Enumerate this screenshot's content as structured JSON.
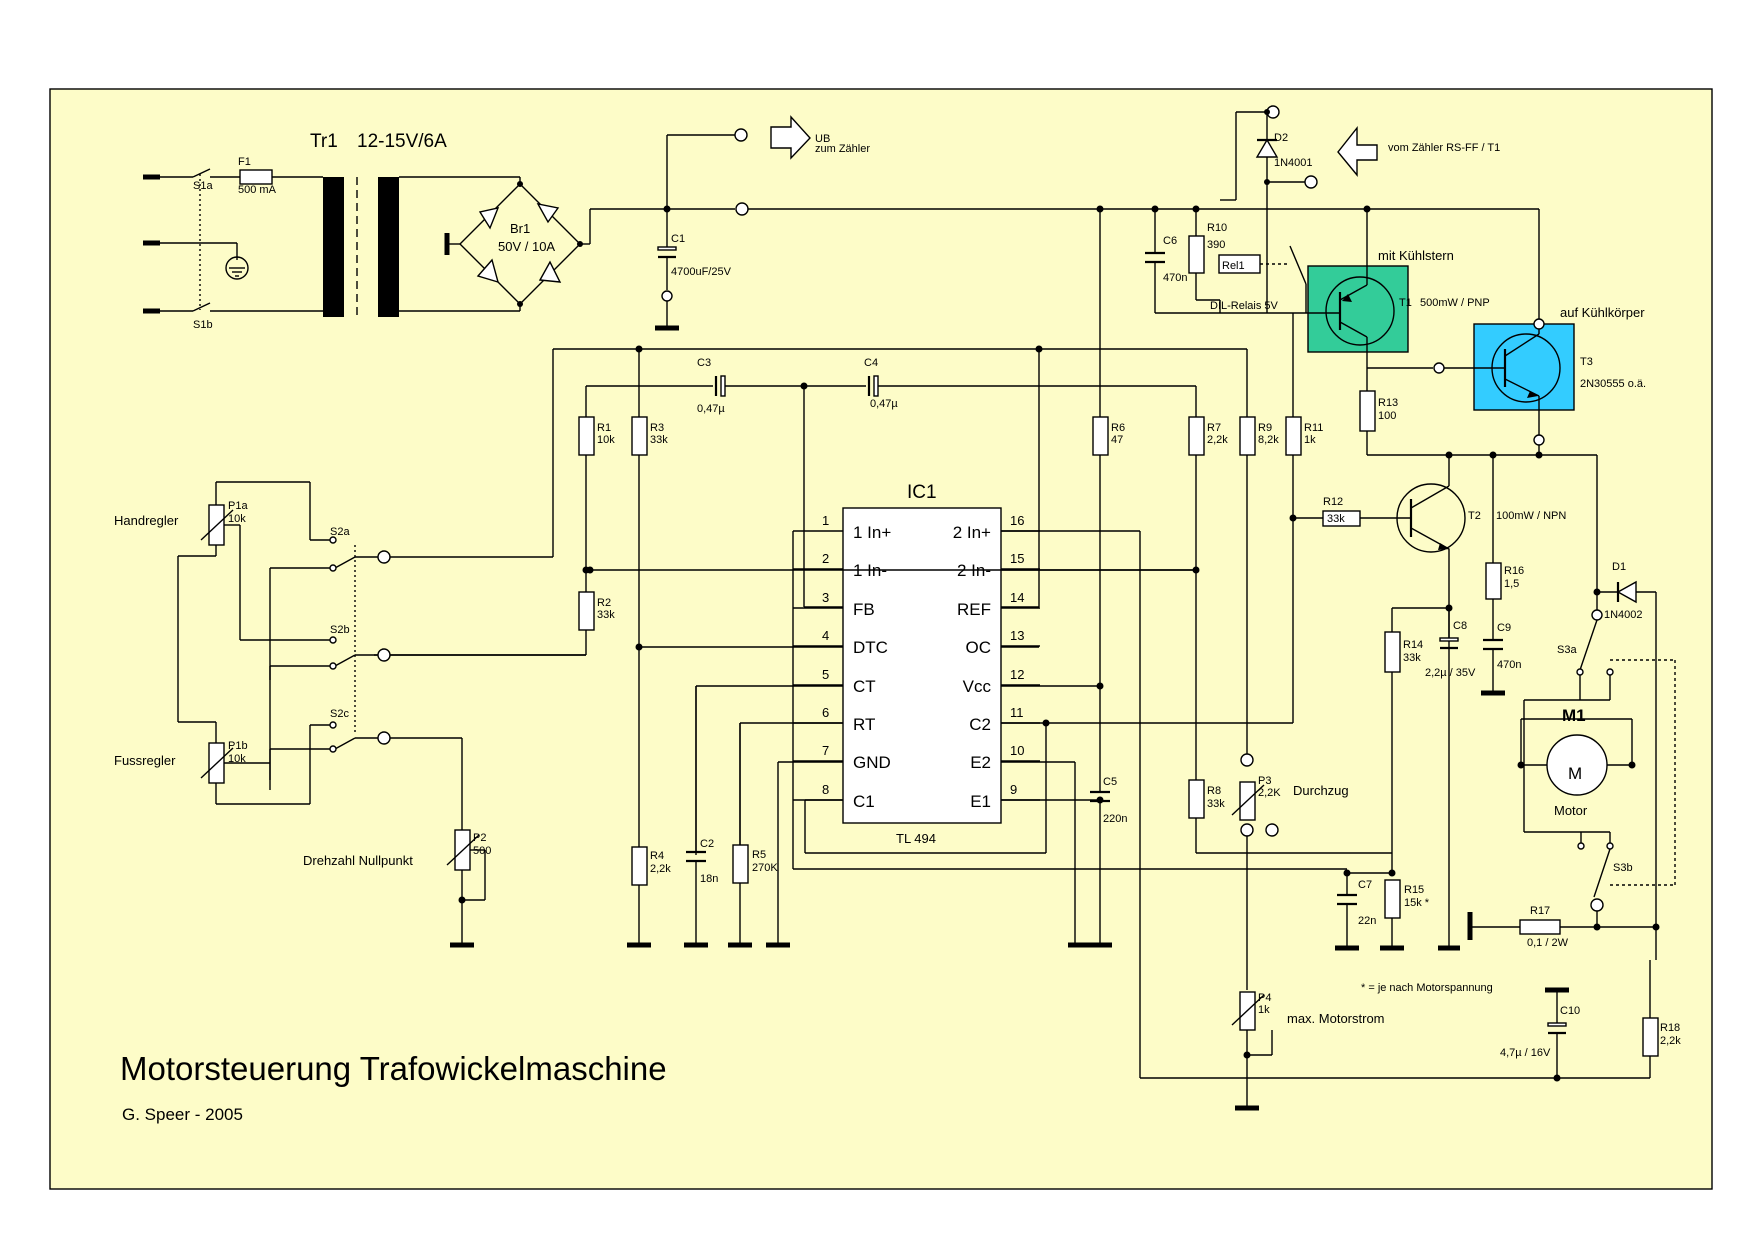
{
  "colors": {
    "background": "#fdfcc8",
    "cooler_star": "#33cc99",
    "heatsink": "#33ccff"
  },
  "title": "Motorsteuerung Trafowickelmaschine",
  "author": "G. Speer - 2005",
  "transformer": {
    "ref": "Tr1",
    "rating": "12-15V/6A"
  },
  "fuse": {
    "ref": "F1",
    "value": "500 mA"
  },
  "switches": {
    "s1a": "S1a",
    "s1b": "S1b",
    "s2a": "S2a",
    "s2b": "S2b",
    "s2c": "S2c",
    "s3a": "S3a",
    "s3b": "S3b"
  },
  "rectifier": {
    "ref": "Br1",
    "value": "50V / 10A"
  },
  "caps": {
    "c1": {
      "ref": "C1",
      "value": "4700uF/25V"
    },
    "c2": {
      "ref": "C2",
      "value": "18n"
    },
    "c3": {
      "ref": "C3",
      "value": "0,47µ"
    },
    "c4": {
      "ref": "C4",
      "value": "0,47µ"
    },
    "c5": {
      "ref": "C5",
      "value": "220n"
    },
    "c6": {
      "ref": "C6",
      "value": "470n"
    },
    "c7": {
      "ref": "C7",
      "value": "22n"
    },
    "c8": {
      "ref": "C8",
      "value": "2,2µ / 35V"
    },
    "c9": {
      "ref": "C9",
      "value": "470n"
    },
    "c10": {
      "ref": "C10",
      "value": "4,7µ / 16V"
    }
  },
  "resistors": {
    "r1": {
      "ref": "R1",
      "value": "10k"
    },
    "r2": {
      "ref": "R2",
      "value": "33k"
    },
    "r3": {
      "ref": "R3",
      "value": "33k"
    },
    "r4": {
      "ref": "R4",
      "value": "2,2k"
    },
    "r5": {
      "ref": "R5",
      "value": "270K"
    },
    "r6": {
      "ref": "R6",
      "value": "47"
    },
    "r7": {
      "ref": "R7",
      "value": "2,2k"
    },
    "r8": {
      "ref": "R8",
      "value": "33k"
    },
    "r9": {
      "ref": "R9",
      "value": "8,2k"
    },
    "r10": {
      "ref": "R10",
      "value": "390"
    },
    "r11": {
      "ref": "R11",
      "value": "1k"
    },
    "r12": {
      "ref": "R12",
      "value": "33k"
    },
    "r13": {
      "ref": "R13",
      "value": "100"
    },
    "r14": {
      "ref": "R14",
      "value": "33k"
    },
    "r15": {
      "ref": "R15",
      "value": "15k *"
    },
    "r16": {
      "ref": "R16",
      "value": "1,5"
    },
    "r17": {
      "ref": "R17",
      "value": "0,1 / 2W"
    },
    "r18": {
      "ref": "R18",
      "value": "2,2k"
    }
  },
  "pots": {
    "p1a": {
      "ref": "P1a",
      "value": "10k"
    },
    "p1b": {
      "ref": "P1b",
      "value": "10k"
    },
    "p2": {
      "ref": "P2",
      "value": "500"
    },
    "p3": {
      "ref": "P3",
      "value": "2,2K"
    },
    "p4": {
      "ref": "P4",
      "value": "1k"
    }
  },
  "labels": {
    "handregler": "Handregler",
    "fussregler": "Fussregler",
    "drehzahl": "Drehzahl Nullpunkt",
    "durchzug": "Durchzug",
    "max_motorstrom": "max. Motorstrom",
    "note": "* = je nach Motorspannung",
    "mit_kuehlstern": "mit Kühlstern",
    "auf_kuehlkoerper": "auf Kühlkörper",
    "dil_relais": "DIL-Relais 5V",
    "rel1": "Rel1",
    "ub": "UB",
    "zum_zaehler": "zum Zähler",
    "vom_zaehler": "vom Zähler RS-FF / T1"
  },
  "diodes": {
    "d1": {
      "ref": "D1",
      "value": "1N4002"
    },
    "d2": {
      "ref": "D2",
      "value": "1N4001"
    }
  },
  "transistors": {
    "t1": {
      "ref": "T1",
      "value": "500mW / PNP"
    },
    "t2": {
      "ref": "T2",
      "value": "100mW / NPN"
    },
    "t3": {
      "ref": "T3",
      "value": "2N30555 o.ä."
    }
  },
  "motor": {
    "ref": "M1",
    "symbol": "M",
    "label": "Motor"
  },
  "ic": {
    "ref": "IC1",
    "type": "TL 494",
    "left_pins": [
      {
        "num": "1",
        "name": "1 In+"
      },
      {
        "num": "2",
        "name": "1 In-"
      },
      {
        "num": "3",
        "name": "FB"
      },
      {
        "num": "4",
        "name": "DTC"
      },
      {
        "num": "5",
        "name": "CT"
      },
      {
        "num": "6",
        "name": "RT"
      },
      {
        "num": "7",
        "name": "GND"
      },
      {
        "num": "8",
        "name": "C1"
      }
    ],
    "right_pins": [
      {
        "num": "16",
        "name": "2 In+"
      },
      {
        "num": "15",
        "name": "2 In-"
      },
      {
        "num": "14",
        "name": "REF"
      },
      {
        "num": "13",
        "name": "OC"
      },
      {
        "num": "12",
        "name": "Vcc"
      },
      {
        "num": "11",
        "name": "C2"
      },
      {
        "num": "10",
        "name": "E2"
      },
      {
        "num": "9",
        "name": "E1"
      }
    ]
  }
}
